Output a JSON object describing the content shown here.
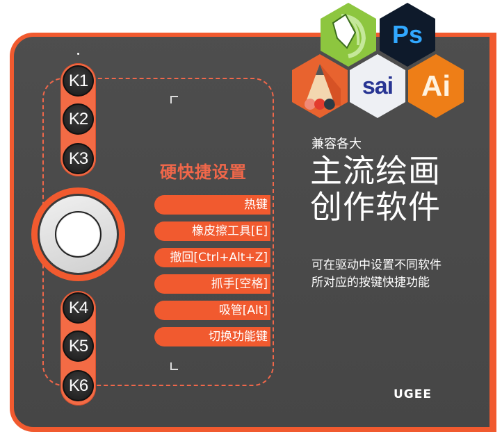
{
  "colors": {
    "accent": "#f15a2f",
    "panel": "#4a4a4a",
    "key": "#2b2b2b",
    "text": "#ffffff",
    "section_title": "#f0674a"
  },
  "software_icons": [
    {
      "name": "CorelDRAW",
      "icon": "corel-pencil-icon"
    },
    {
      "name": "Ps",
      "label": "Ps",
      "icon": "photoshop-icon"
    },
    {
      "name": "SketchBook",
      "icon": "sketchbook-pencil-icon"
    },
    {
      "name": "SAI",
      "label": "sai",
      "icon": "sai-icon"
    },
    {
      "name": "Ai",
      "label": "Ai",
      "icon": "illustrator-icon"
    }
  ],
  "keys": [
    "K1",
    "K2",
    "K3",
    "K4",
    "K5",
    "K6"
  ],
  "section_title": "硬快捷设置",
  "functions": [
    "热键",
    "橡皮擦工具[E]",
    "撤回[Ctrl+Alt+Z]",
    "抓手[空格]",
    "吸管[Alt]",
    "切换功能键"
  ],
  "headline": {
    "subtitle": "兼容各大",
    "line1": "主流绘画",
    "line2": "创作软件"
  },
  "description": {
    "line1": "可在驱动中设置不同软件",
    "line2": "所对应的按键快捷功能"
  },
  "brand": "UGEE"
}
